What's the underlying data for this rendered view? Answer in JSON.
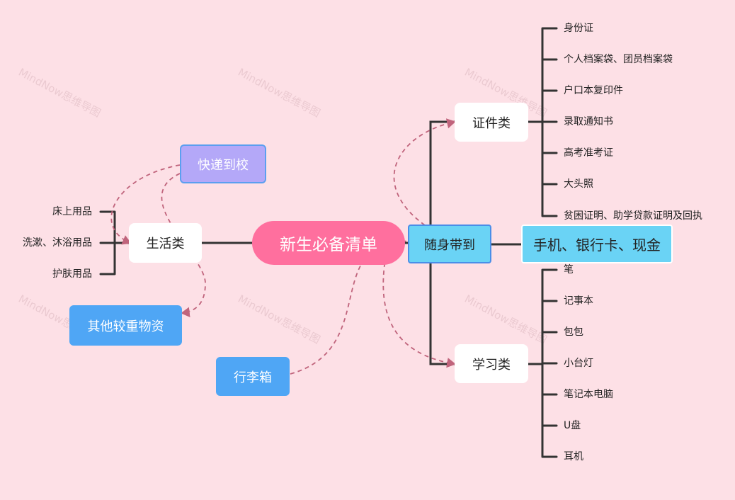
{
  "root": "新生必备清单",
  "watermark": "MindNow思维导图",
  "left": {
    "life": {
      "label": "生活类",
      "items": [
        "床上用品",
        "洗漱、沐浴用品",
        "护肤用品"
      ]
    },
    "express": "快递到校",
    "heavy": "其他较重物资",
    "luggage": "行李箱"
  },
  "right": {
    "carry": "随身带到",
    "cash": "手机、银行卡、现金",
    "docs": {
      "label": "证件类",
      "items": [
        "身份证",
        "个人档案袋、团员档案袋",
        "户口本复印件",
        "录取通知书",
        "高考准考证",
        "大头照",
        "贫困证明、助学贷款证明及回执"
      ]
    },
    "study": {
      "label": "学习类",
      "items": [
        "笔",
        "记事本",
        "包包",
        "小台灯",
        "笔记本电脑",
        "U盘",
        "耳机"
      ]
    }
  },
  "colors": {
    "background": "#fde0e6",
    "root": "#ff6f9e",
    "blue": "#4fa6f5",
    "cyan": "#6ad3f5",
    "purple": "#b4a8f8",
    "line": "#333333",
    "dashed": "#c0647c"
  }
}
